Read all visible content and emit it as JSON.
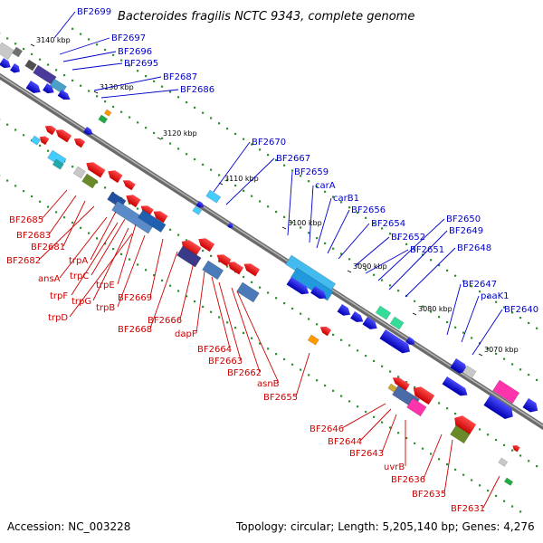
{
  "title": "Bacteroides fragilis NCTC 9343, complete genome",
  "accession": "Accession: NC_003228",
  "topology": "Topology: circular; Length: 5,205,140 bp; Genes: 4,276",
  "colors": {
    "forward_label": "#0000cc",
    "reverse_label": "#cc0000",
    "backbone": "#7a7a7a",
    "tick_dots": "#2f8f2f"
  },
  "ticks": [
    "3140 kbp",
    "3130 kbp",
    "3120 kbp",
    "3110 kbp",
    "3100 kbp",
    "3090 kbp",
    "3080 kbp",
    "3070 kbp"
  ],
  "forward_genes": [
    "BF2699",
    "BF2697",
    "BF2696",
    "BF2695",
    "BF2687",
    "BF2686",
    "BF2670",
    "BF2667",
    "BF2659",
    "carA",
    "carB1",
    "BF2656",
    "BF2654",
    "BF2652",
    "BF2651",
    "BF2650",
    "BF2649",
    "BF2648",
    "BF2647",
    "paaK1",
    "BF2640"
  ],
  "reverse_genes": [
    "BF2685",
    "BF2683",
    "BF2681",
    "BF2682",
    "trpA",
    "ansA",
    "trpC",
    "trpF",
    "trpE",
    "trpG",
    "trpD",
    "trpB",
    "BF2669",
    "BF2668",
    "BF2666",
    "dapF",
    "BF2664",
    "BF2663",
    "BF2662",
    "asnB",
    "BF2655",
    "BF2646",
    "BF2644",
    "BF2643",
    "uvrB",
    "BF2636",
    "BF2635",
    "BF2631"
  ]
}
